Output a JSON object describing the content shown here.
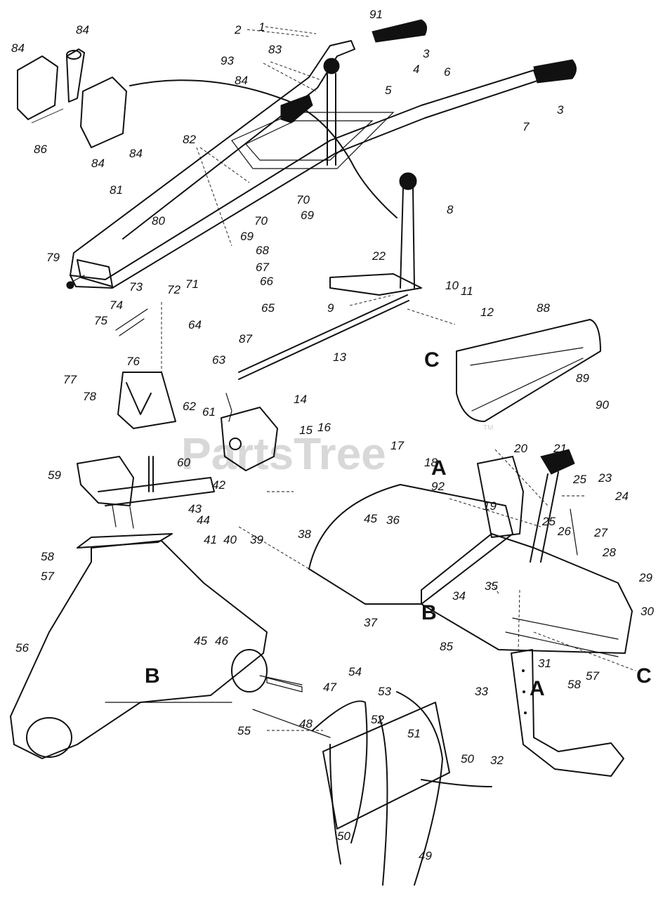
{
  "watermark": "PartsTree",
  "watermark_mark": "TM",
  "reference_letters": [
    "A",
    "A",
    "B",
    "B",
    "C",
    "C"
  ],
  "callouts": [
    {
      "id": "c1",
      "text": "1"
    },
    {
      "id": "c2",
      "text": "2"
    },
    {
      "id": "c3a",
      "text": "3"
    },
    {
      "id": "c3b",
      "text": "3"
    },
    {
      "id": "c4",
      "text": "4"
    },
    {
      "id": "c5",
      "text": "5"
    },
    {
      "id": "c6",
      "text": "6"
    },
    {
      "id": "c7",
      "text": "7"
    },
    {
      "id": "c8",
      "text": "8"
    },
    {
      "id": "c9",
      "text": "9"
    },
    {
      "id": "c10",
      "text": "10"
    },
    {
      "id": "c11",
      "text": "11"
    },
    {
      "id": "c12",
      "text": "12"
    },
    {
      "id": "c13",
      "text": "13"
    },
    {
      "id": "c14",
      "text": "14"
    },
    {
      "id": "c15",
      "text": "15"
    },
    {
      "id": "c16",
      "text": "16"
    },
    {
      "id": "c17",
      "text": "17"
    },
    {
      "id": "c18",
      "text": "18"
    },
    {
      "id": "c19",
      "text": "19"
    },
    {
      "id": "c20",
      "text": "20"
    },
    {
      "id": "c21",
      "text": "21"
    },
    {
      "id": "c22",
      "text": "22"
    },
    {
      "id": "c23",
      "text": "23"
    },
    {
      "id": "c24",
      "text": "24"
    },
    {
      "id": "c25a",
      "text": "25"
    },
    {
      "id": "c25b",
      "text": "25"
    },
    {
      "id": "c26",
      "text": "26"
    },
    {
      "id": "c27",
      "text": "27"
    },
    {
      "id": "c28",
      "text": "28"
    },
    {
      "id": "c29",
      "text": "29"
    },
    {
      "id": "c30",
      "text": "30"
    },
    {
      "id": "c31",
      "text": "31"
    },
    {
      "id": "c32",
      "text": "32"
    },
    {
      "id": "c33",
      "text": "33"
    },
    {
      "id": "c34",
      "text": "34"
    },
    {
      "id": "c35",
      "text": "35"
    },
    {
      "id": "c36",
      "text": "36"
    },
    {
      "id": "c37",
      "text": "37"
    },
    {
      "id": "c38",
      "text": "38"
    },
    {
      "id": "c39",
      "text": "39"
    },
    {
      "id": "c40",
      "text": "40"
    },
    {
      "id": "c41",
      "text": "41"
    },
    {
      "id": "c42",
      "text": "42"
    },
    {
      "id": "c43",
      "text": "43"
    },
    {
      "id": "c44",
      "text": "44"
    },
    {
      "id": "c45a",
      "text": "45"
    },
    {
      "id": "c45b",
      "text": "45"
    },
    {
      "id": "c46",
      "text": "46"
    },
    {
      "id": "c47",
      "text": "47"
    },
    {
      "id": "c48",
      "text": "48"
    },
    {
      "id": "c49",
      "text": "49"
    },
    {
      "id": "c50a",
      "text": "50"
    },
    {
      "id": "c50b",
      "text": "50"
    },
    {
      "id": "c51",
      "text": "51"
    },
    {
      "id": "c52",
      "text": "52"
    },
    {
      "id": "c53",
      "text": "53"
    },
    {
      "id": "c54",
      "text": "54"
    },
    {
      "id": "c55",
      "text": "55"
    },
    {
      "id": "c56",
      "text": "56"
    },
    {
      "id": "c57a",
      "text": "57"
    },
    {
      "id": "c57b",
      "text": "57"
    },
    {
      "id": "c58a",
      "text": "58"
    },
    {
      "id": "c58b",
      "text": "58"
    },
    {
      "id": "c59",
      "text": "59"
    },
    {
      "id": "c60",
      "text": "60"
    },
    {
      "id": "c61",
      "text": "61"
    },
    {
      "id": "c62",
      "text": "62"
    },
    {
      "id": "c63",
      "text": "63"
    },
    {
      "id": "c64",
      "text": "64"
    },
    {
      "id": "c65",
      "text": "65"
    },
    {
      "id": "c66",
      "text": "66"
    },
    {
      "id": "c67",
      "text": "67"
    },
    {
      "id": "c68",
      "text": "68"
    },
    {
      "id": "c69a",
      "text": "69"
    },
    {
      "id": "c69b",
      "text": "69"
    },
    {
      "id": "c70a",
      "text": "70"
    },
    {
      "id": "c70b",
      "text": "70"
    },
    {
      "id": "c71",
      "text": "71"
    },
    {
      "id": "c72",
      "text": "72"
    },
    {
      "id": "c73",
      "text": "73"
    },
    {
      "id": "c74",
      "text": "74"
    },
    {
      "id": "c75",
      "text": "75"
    },
    {
      "id": "c76",
      "text": "76"
    },
    {
      "id": "c77",
      "text": "77"
    },
    {
      "id": "c78",
      "text": "78"
    },
    {
      "id": "c79",
      "text": "79"
    },
    {
      "id": "c80",
      "text": "80"
    },
    {
      "id": "c81",
      "text": "81"
    },
    {
      "id": "c82",
      "text": "82"
    },
    {
      "id": "c83",
      "text": "83"
    },
    {
      "id": "c84a",
      "text": "84"
    },
    {
      "id": "c84b",
      "text": "84"
    },
    {
      "id": "c84c",
      "text": "84"
    },
    {
      "id": "c84d",
      "text": "84"
    },
    {
      "id": "c84e",
      "text": "84"
    },
    {
      "id": "c85",
      "text": "85"
    },
    {
      "id": "c86",
      "text": "86"
    },
    {
      "id": "c87",
      "text": "87"
    },
    {
      "id": "c88",
      "text": "88"
    },
    {
      "id": "c89",
      "text": "89"
    },
    {
      "id": "c90",
      "text": "90"
    },
    {
      "id": "c91",
      "text": "91"
    },
    {
      "id": "c92",
      "text": "92"
    },
    {
      "id": "c93",
      "text": "93"
    }
  ]
}
